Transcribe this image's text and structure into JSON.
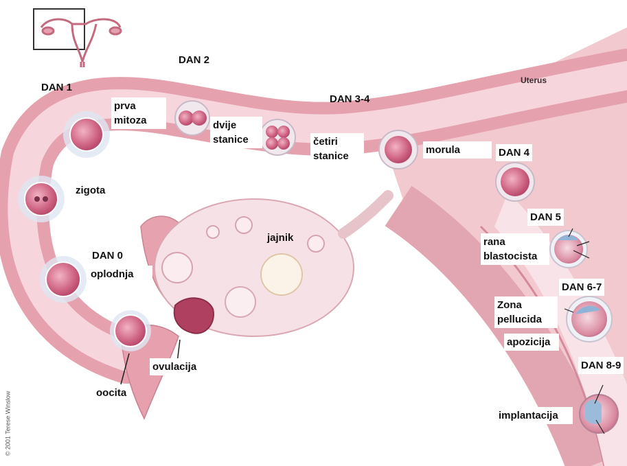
{
  "labels": {
    "dan1": "DAN 1",
    "dan2": "DAN 2",
    "dan34": "DAN 3-4",
    "dan4": "DAN 4",
    "dan5": "DAN 5",
    "dan67": "DAN 6-7",
    "dan89": "DAN 8-9",
    "dan0": "DAN 0",
    "uterus": "Uterus",
    "prva_mitoza": "prva mitoza",
    "dvije_stanice": "dvije stanice",
    "cetiri_stanice": "četiri stanice",
    "morula": "morula",
    "zigota": "zigota",
    "oplodnja": "oplodnja",
    "jajnik": "jajnik",
    "ovulacija": "ovulacija",
    "oocita": "oocita",
    "rana_blastocista": "rana blastocista",
    "zona_pellucida": "Zona pellucida",
    "apozicija": "apozicija",
    "implantacija": "implantacija",
    "credit": "© 2001 Terese Winslow"
  },
  "colors": {
    "tube": "#e8aab4",
    "tube_inner": "#f7dbe0",
    "uterus": "#f1c9cf",
    "cell": "#c9587a",
    "ovary": "#f6e2e6"
  }
}
